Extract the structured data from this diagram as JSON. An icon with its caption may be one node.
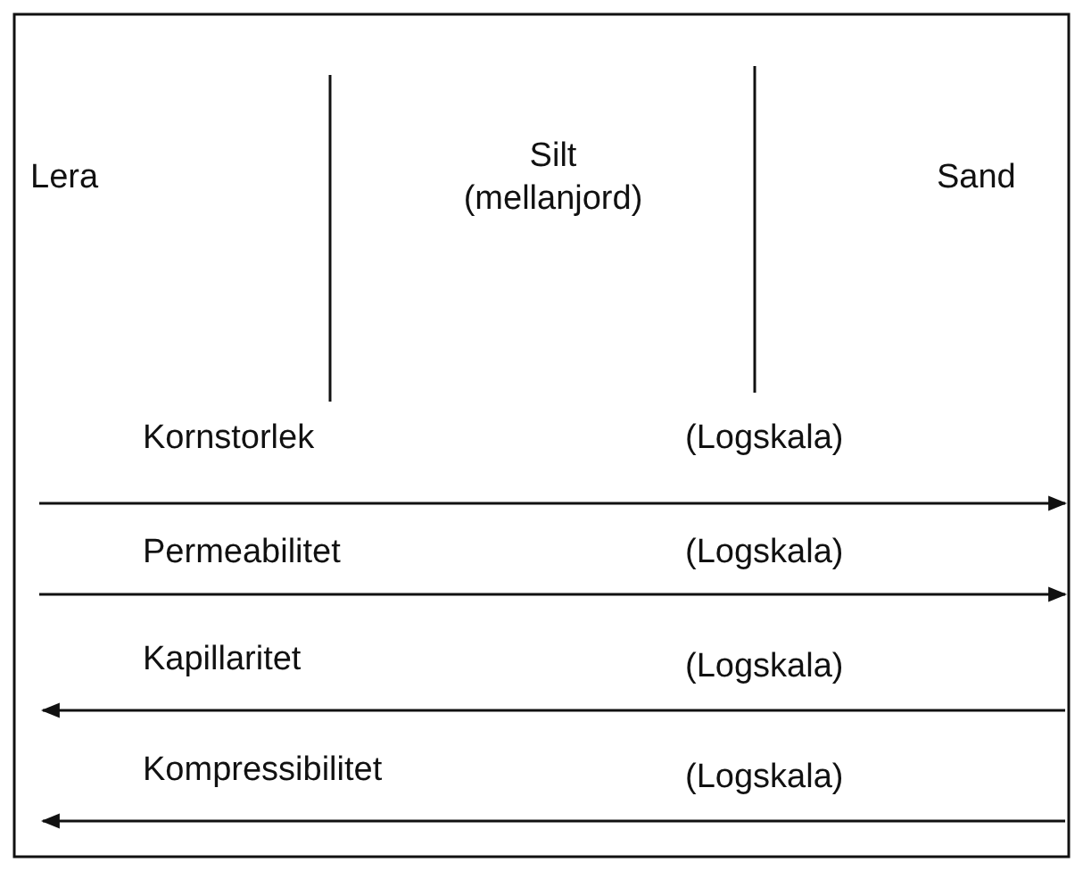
{
  "diagram": {
    "labels": [
      "Lera",
      "Silt (mellanjord)",
      "Sand",
      "Kornstorlek",
      "(Logskala)",
      "Permeabilitet",
      "(Logskala)",
      "Kapillaritet",
      "(Logskala)",
      "Kompressibilitet",
      "(Logskala)"
    ]
  }
}
